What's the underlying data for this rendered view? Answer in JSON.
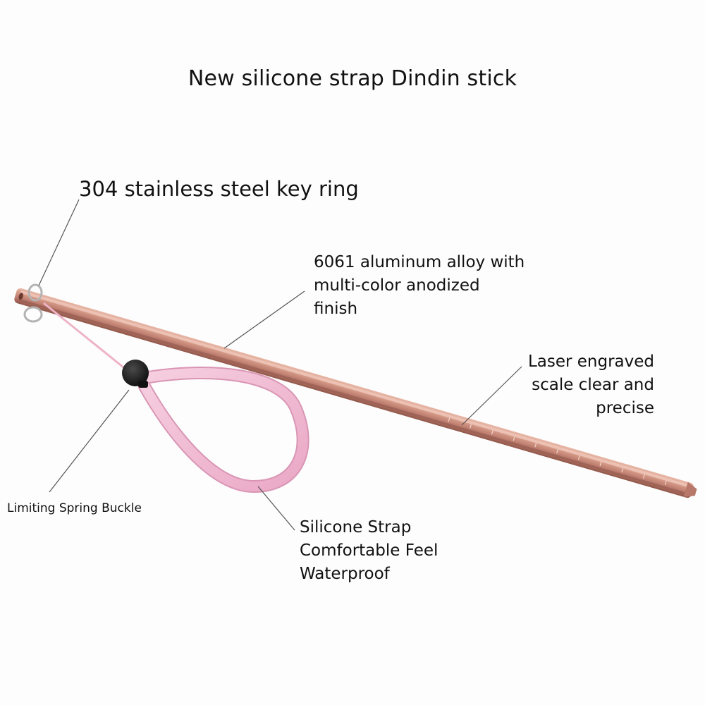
{
  "title": "New silicone strap Dindin stick",
  "callouts": {
    "key_ring": "304 stainless steel key ring",
    "alloy": {
      "lines": [
        "6061 aluminum alloy with",
        "multi-color anodized",
        "finish"
      ]
    },
    "laser": {
      "lines": [
        "Laser engraved",
        "scale clear and",
        "precise"
      ]
    },
    "buckle": "Limiting Spring Buckle",
    "strap": {
      "lines": [
        "Silicone Strap",
        "Comfortable Feel",
        "Waterproof"
      ]
    }
  },
  "colors": {
    "rod": "#c98a7a",
    "rod_highlight": "#e8b8a8",
    "rod_shadow": "#9a5a4c",
    "strap": "#f2bcd2",
    "strap_shadow": "#d98fb0",
    "buckle": "#1a1a1a",
    "ring": "#b8b8b8",
    "leader_line": "#555555",
    "background": "#fdfdfd"
  }
}
